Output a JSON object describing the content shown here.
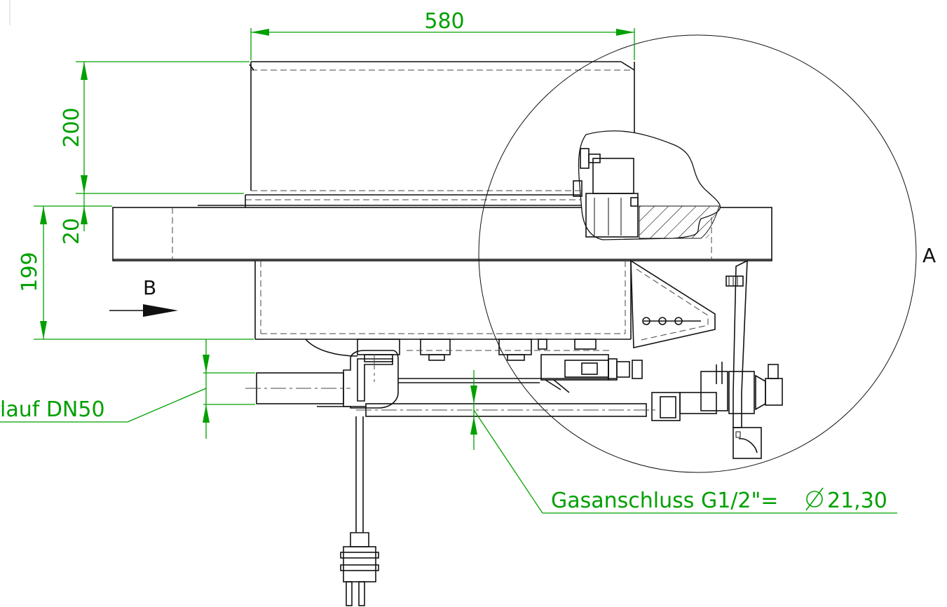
{
  "colors": {
    "dimension": "#00a000",
    "line": "#111111"
  },
  "dimensions": {
    "width": "580",
    "top_height": "200",
    "plate": "20",
    "lower_height": "199"
  },
  "labels": {
    "detail": "A",
    "view": "B",
    "drain": "lauf DN50",
    "gas": "Gasanschluss G1/2\"=",
    "gas_value": "21,30"
  }
}
